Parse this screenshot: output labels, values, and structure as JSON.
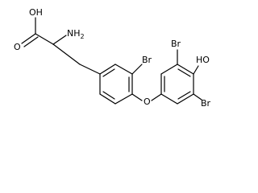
{
  "molecule": {
    "labels": {
      "oh_acid": "OH",
      "carbonyl_o": "O",
      "nh2": "NH2",
      "br_left": "Br",
      "ether_o": "O",
      "br_top": "Br",
      "oh_phenol": "HO",
      "br_bottom": "Br"
    },
    "colors": {
      "line": "#000000",
      "background": "#ffffff"
    }
  }
}
